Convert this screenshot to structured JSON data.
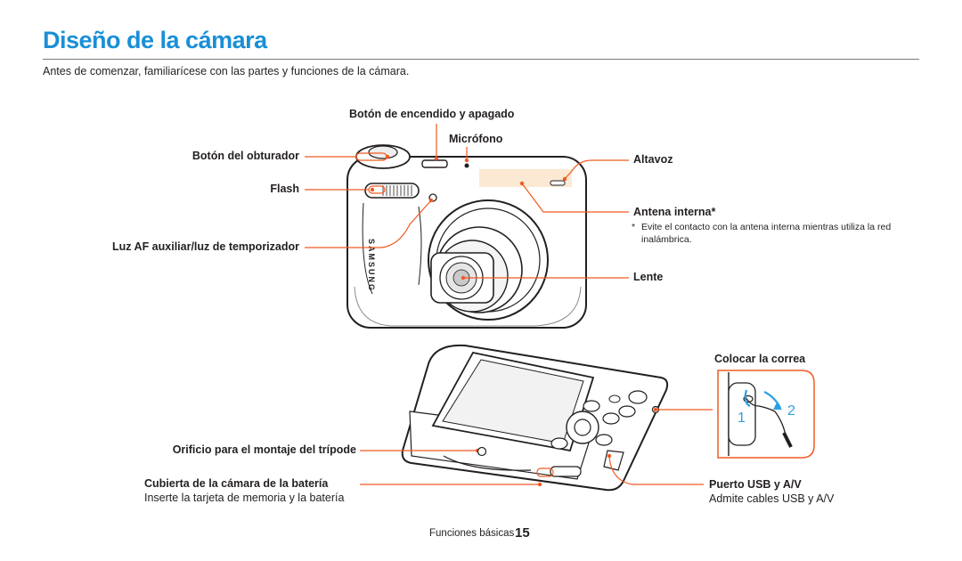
{
  "page": {
    "title": "Diseño de la cámara",
    "intro": "Antes de comenzar, familiarícese con las partes y funciones de la cámara."
  },
  "front_view": {
    "brand": "SAMSUNG",
    "labels": {
      "power_button": "Botón de encendido y apagado",
      "microphone": "Micrófono",
      "shutter_button": "Botón del obturador",
      "speaker": "Altavoz",
      "flash": "Flash",
      "internal_antenna": "Antena interna*",
      "antenna_note": "Evite el contacto con la antena interna mientras utiliza la red inalámbrica.",
      "antenna_note_mark": "*",
      "af_lamp": "Luz AF auxiliar/luz de temporizador",
      "lens": "Lente"
    }
  },
  "back_view": {
    "labels": {
      "strap": "Colocar la correa",
      "tripod": "Orificio para el montaje del trípode",
      "battery_cover": "Cubierta de la cámara de la batería",
      "battery_cover_desc": "Inserte la tarjeta de memoria y la batería",
      "usb_port": "Puerto USB y A/V",
      "usb_port_desc": "Admite cables USB y A/V"
    },
    "strap_steps": [
      "1",
      "2"
    ]
  },
  "footer": {
    "section": "Funciones básicas",
    "page_number": "15"
  },
  "colors": {
    "title": "#1a8fd6",
    "callout": "#f15a22",
    "strap_arrow": "#2aa0e0"
  }
}
